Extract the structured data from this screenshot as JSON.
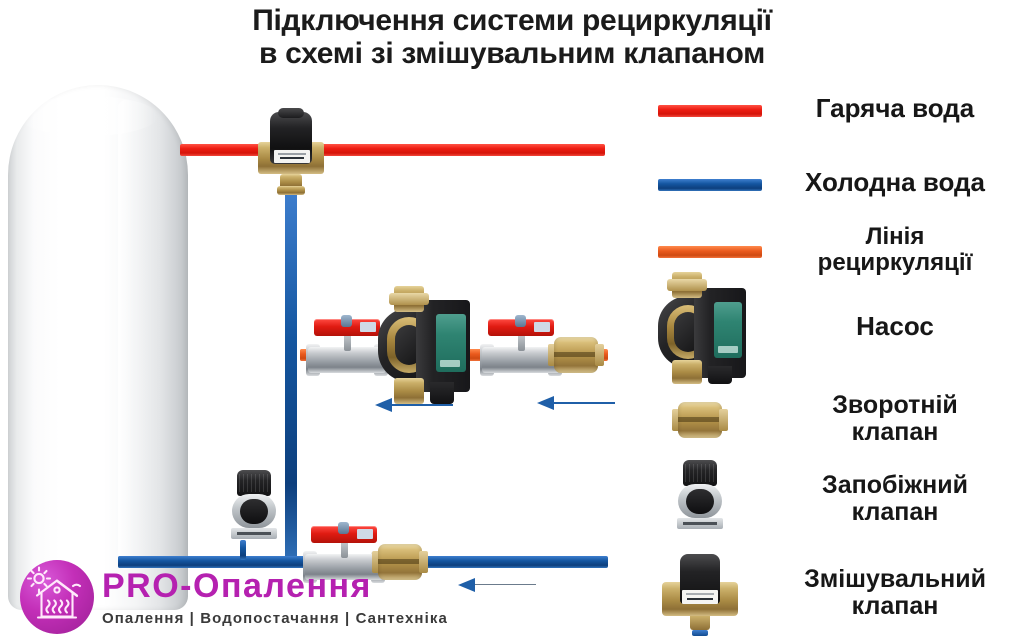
{
  "title": {
    "line1": "Підключення системи рециркуляції",
    "line2": "в схемі зі змішувальним клапаном"
  },
  "colors": {
    "hot_water": "#ee1d12",
    "cold_water": "#1456a0",
    "recirculation": "#ea5a1d",
    "brand_magenta": "#b521b0",
    "arrow_blue": "#1f5fa8",
    "brass": "#a98a44",
    "pump_green": "#2f8472",
    "valve_handle_red": "#e01b12"
  },
  "legend": {
    "items": [
      {
        "id": "hot-water",
        "type": "line",
        "color": "#ee1d12",
        "label": "Гаряча вода"
      },
      {
        "id": "cold-water",
        "type": "line",
        "color": "#1456a0",
        "label": "Холодна вода"
      },
      {
        "id": "recirculation",
        "type": "line",
        "color": "#ea5a1d",
        "label_line1": "Лінія",
        "label_line2": "рециркуляції"
      },
      {
        "id": "pump",
        "type": "icon",
        "icon": "circulation-pump-icon",
        "label": "Насос"
      },
      {
        "id": "check-valve",
        "type": "icon",
        "icon": "check-valve-icon",
        "label_line1": "Зворотній",
        "label_line2": "клапан"
      },
      {
        "id": "safety-valve",
        "type": "icon",
        "icon": "safety-valve-icon",
        "label_line1": "Запобіжний",
        "label_line2": "клапан"
      },
      {
        "id": "mixing-valve",
        "type": "icon",
        "icon": "mixing-valve-icon",
        "label_line1": "Змішувальний",
        "label_line2": "клапан"
      }
    ]
  },
  "diagram": {
    "tank": {
      "name": "water-heater-tank"
    },
    "components": [
      {
        "id": "mixing-valve-main",
        "name": "Змішувальний клапан"
      },
      {
        "id": "ball-valve-left",
        "name": "Кульовий кран"
      },
      {
        "id": "circulation-pump",
        "name": "Насос"
      },
      {
        "id": "ball-valve-right",
        "name": "Кульовий кран"
      },
      {
        "id": "check-valve-recirc",
        "name": "Зворотній клапан"
      },
      {
        "id": "safety-valve-tank",
        "name": "Запобіжний клапан"
      },
      {
        "id": "ball-valve-cold",
        "name": "Кульовий кран"
      },
      {
        "id": "check-valve-cold",
        "name": "Зворотній клапан"
      }
    ],
    "flow_arrows": [
      {
        "id": "arrow-recirc-left",
        "direction": "left"
      },
      {
        "id": "arrow-recirc-right",
        "direction": "left"
      },
      {
        "id": "arrow-cold-inlet",
        "direction": "left"
      }
    ]
  },
  "brand": {
    "name": "PRO-Опалення",
    "tagline": "Опалення | Водопостачання | Сантехніка",
    "logo_icon": "house-heating-icon"
  }
}
